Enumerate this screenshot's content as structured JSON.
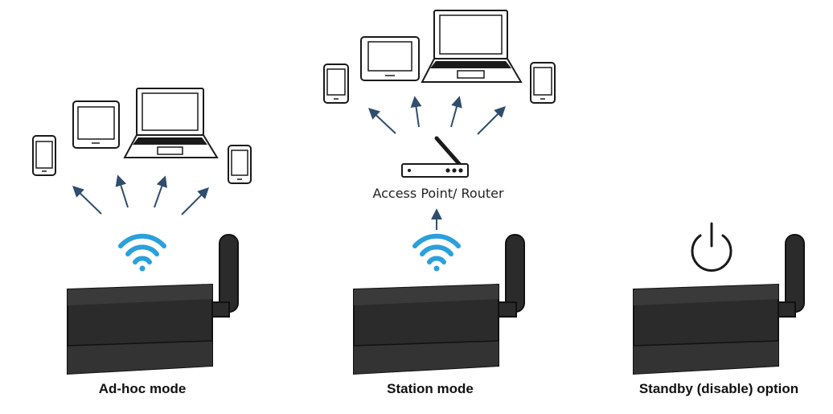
{
  "panels": [
    {
      "id": "adhoc",
      "caption": "Ad-hoc mode"
    },
    {
      "id": "station",
      "caption": "Station mode"
    },
    {
      "id": "standby",
      "caption": "Standby (disable) option"
    }
  ],
  "access_point_label": "Access Point/ Router",
  "colors": {
    "wifi": "#2aa0dc",
    "arrow": "#2f4d6c",
    "device_outline": "#1a1a1a",
    "box_fill": "#2b2b2b",
    "box_top": "#3a3a3a"
  },
  "icons": [
    "wifi-icon",
    "power-icon",
    "router-icon",
    "laptop-icon",
    "tablet-icon",
    "phone-icon",
    "antenna-icon"
  ]
}
